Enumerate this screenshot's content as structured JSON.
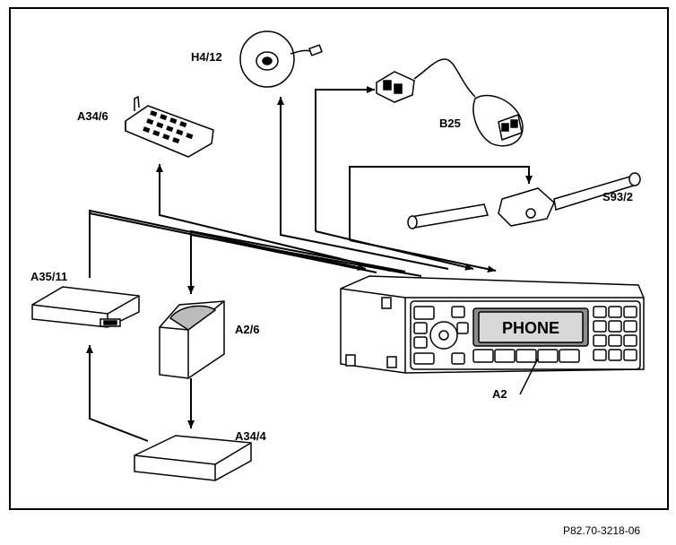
{
  "figure": {
    "reference": "P82.70-3218-06",
    "labels": {
      "H4_12": "H4/12",
      "A34_6": "A34/6",
      "B25": "B25",
      "S93_2": "S93/2",
      "A35_11": "A35/11",
      "A2_6": "A2/6",
      "A34_4": "A34/4",
      "A2": "A2"
    },
    "display_text": "PHONE",
    "colors": {
      "line": "#000000",
      "background": "#ffffff"
    }
  }
}
